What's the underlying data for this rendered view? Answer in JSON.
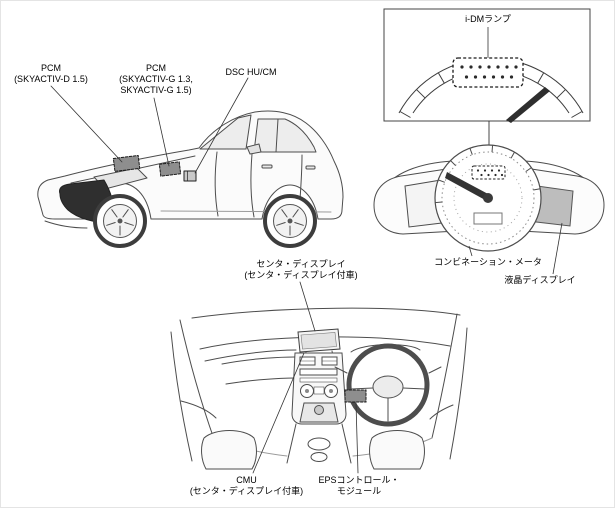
{
  "figure": {
    "description": "vehicle component location diagram"
  },
  "colors": {
    "line_color": "#4d4d4d",
    "component_fill": "#8e8e8e",
    "lcd_shade": "#bdbdbd",
    "grille_dark": "#2f2f2f"
  },
  "car_section": {
    "pcm_d_label": {
      "line1": "PCM",
      "line2": "(SKYACTIV-D 1.5)"
    },
    "pcm_g_label": {
      "line1": "PCM",
      "line2": "(SKYACTIV-G 1.3,",
      "line3": "SKYACTIV-G 1.5)"
    },
    "dsc_label": "DSC HU/CM"
  },
  "meter_section": {
    "idm_lamp_label": "i-DMランプ",
    "combination_meter_label": "コンビネーション・メータ",
    "lcd_display_label": "液晶ディスプレイ"
  },
  "dashboard_section": {
    "center_display_label": {
      "line1": "センタ・ディスプレイ",
      "line2": "(センタ・ディスプレイ付車)"
    },
    "cmu_label": {
      "line1": "CMU",
      "line2": "(センタ・ディスプレイ付車)"
    },
    "eps_label": {
      "line1": "EPSコントロール・",
      "line2": "モジュール"
    }
  }
}
